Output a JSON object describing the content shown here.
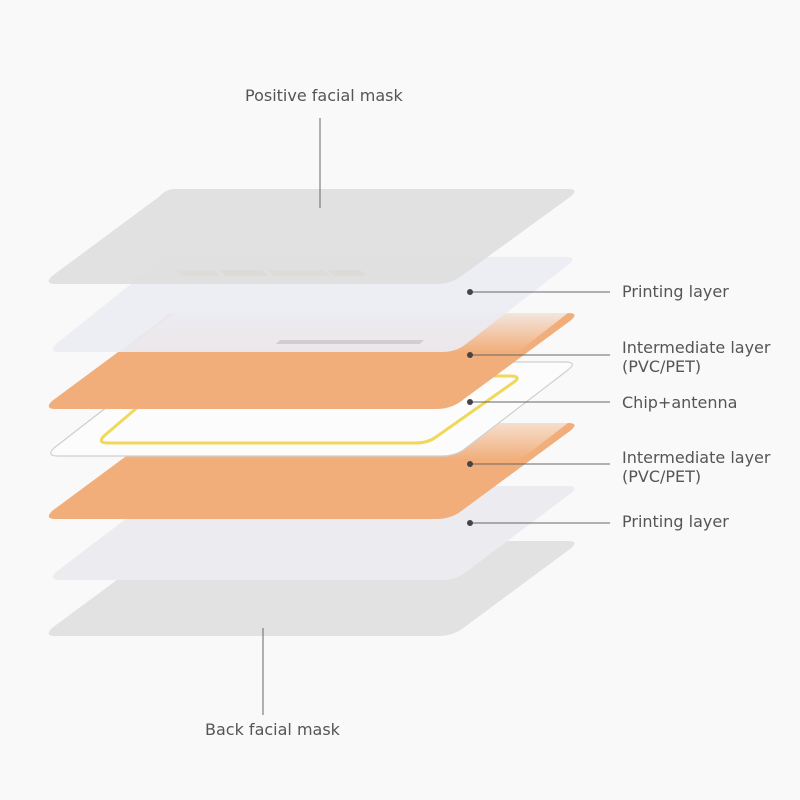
{
  "labels": {
    "positive_facial_mask": "Positive facial mask",
    "printing_layer_top": "Printing layer",
    "intermediate_layer_top": "Intermediate layer",
    "intermediate_layer_top_material": "(PVC/PET)",
    "chip_antenna": "Chip+antenna",
    "intermediate_layer_bottom": "Intermediate layer",
    "intermediate_layer_bottom_material": "(PVC/PET)",
    "printing_layer_bottom": "Printing layer",
    "back_facial_mask": "Back facial mask"
  },
  "colors": {
    "background": "#f9f9f9",
    "mask_layer": "#e0e0e0",
    "printing_layer": "#ececf2",
    "intermediate_layer": "#f0b07c",
    "chip_card": "#fbfbfb",
    "antenna_coil": "#f2dc5c",
    "leader_line": "#666666"
  }
}
